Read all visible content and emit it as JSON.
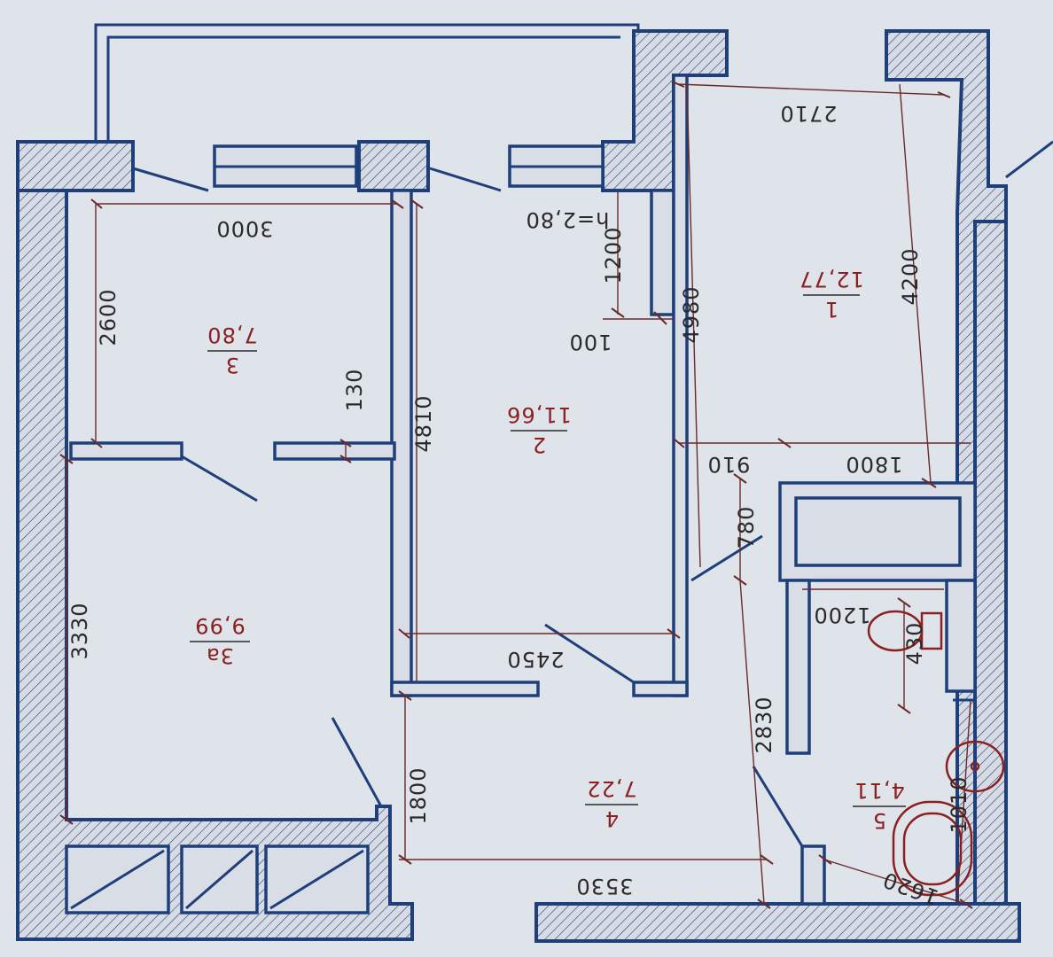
{
  "ceiling_height": "h=2,80",
  "rooms": [
    {
      "number": "1",
      "area": "12,77"
    },
    {
      "number": "2",
      "area": "11,66"
    },
    {
      "number": "3",
      "area": "7,80"
    },
    {
      "number": "3а",
      "area": "9,99"
    },
    {
      "number": "4",
      "area": "7,22"
    },
    {
      "number": "5",
      "area": "4,11"
    }
  ],
  "dimensions": {
    "d2710": "2710",
    "d3000": "3000",
    "d1200a": "1200",
    "d4200": "4200",
    "d4980": "4980",
    "d2600": "2600",
    "d100": "100",
    "d130": "130",
    "d4810": "4810",
    "d910": "910",
    "d1800a": "1800",
    "d780": "780",
    "d1200b": "1200",
    "d3330": "3330",
    "d2450": "2450",
    "d430": "430",
    "d2830": "2830",
    "d1800b": "1800",
    "d1010": "1010",
    "d3530": "3530",
    "d1620": "1620"
  }
}
